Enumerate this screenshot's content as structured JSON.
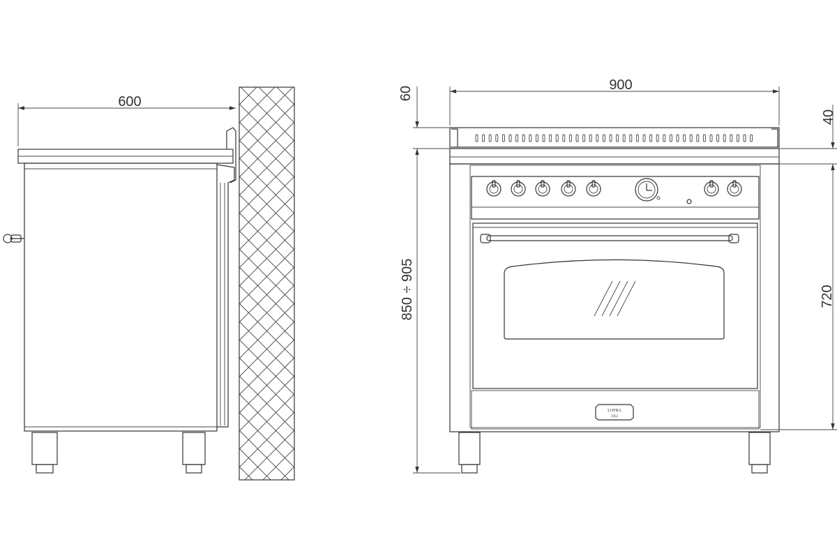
{
  "dimensions": {
    "side_depth": "600",
    "front_width": "900",
    "top_offset": "60",
    "backguard_height": "40",
    "overall_height": "850 ÷ 905",
    "body_height": "720"
  },
  "brand": {
    "logo": "LOFRA",
    "logo_sub": "1952"
  },
  "colors": {
    "line": "#333333",
    "background": "#ffffff"
  }
}
